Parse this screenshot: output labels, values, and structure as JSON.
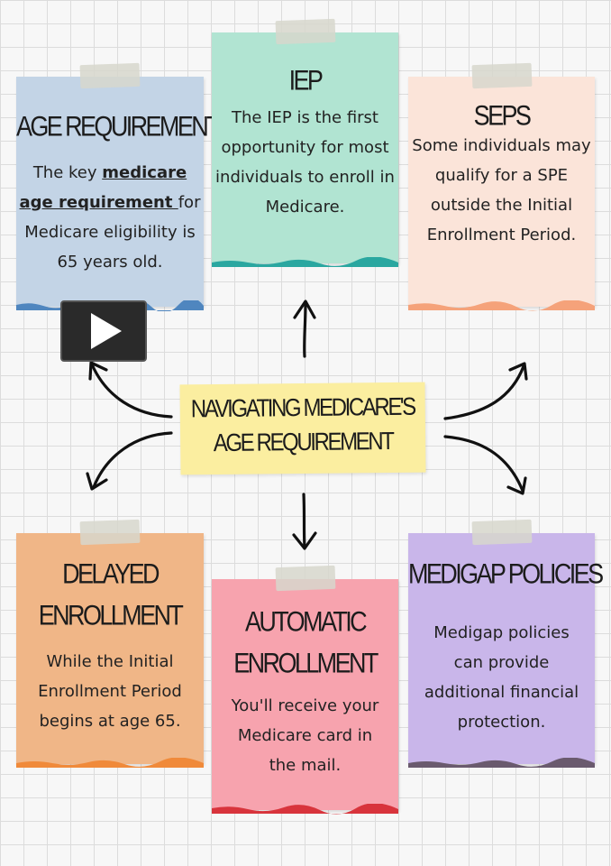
{
  "center": {
    "line1": "NAVIGATING MEDICARE'S",
    "line2": "AGE REQUIREMENT"
  },
  "cards": {
    "age": {
      "heading": "AGE REQUIREMENT",
      "text_before": "The key ",
      "text_link": "medicare age requirement ",
      "text_after": "for Medicare eligibility is 65 years old.",
      "color": "#c3d4e6",
      "edge_color": "#4f86bf"
    },
    "iep": {
      "heading": "IEP",
      "text": "The IEP is the first opportunity for most individuals to enroll in Medicare.",
      "color": "#b1e4d2",
      "edge_color": "#2aa7a0"
    },
    "seps": {
      "heading": "SEPS",
      "text": "Some individuals may qualify for a SPE outside the Initial Enrollment Period.",
      "color": "#fbe4d9",
      "edge_color": "#f5a27a"
    },
    "delayed": {
      "heading_line1": "DELAYED",
      "heading_line2": "ENROLLMENT",
      "text": "While the Initial Enrollment Period begins at age 65.",
      "color": "#f0b687",
      "edge_color": "#f08a3a"
    },
    "automatic": {
      "heading_line1": "AUTOMATIC",
      "heading_line2": "ENROLLMENT",
      "text": "You'll receive your Medicare card in the mail.",
      "color": "#f7a3ae",
      "edge_color": "#d8343c"
    },
    "medigap": {
      "heading": "MEDIGAP POLICIES",
      "text": "Medigap policies can provide additional financial protection.",
      "color": "#c9b6ea",
      "edge_color": "#6a5a6e"
    }
  },
  "icons": {
    "play": "play-icon",
    "arrows": "arrow-icon"
  }
}
